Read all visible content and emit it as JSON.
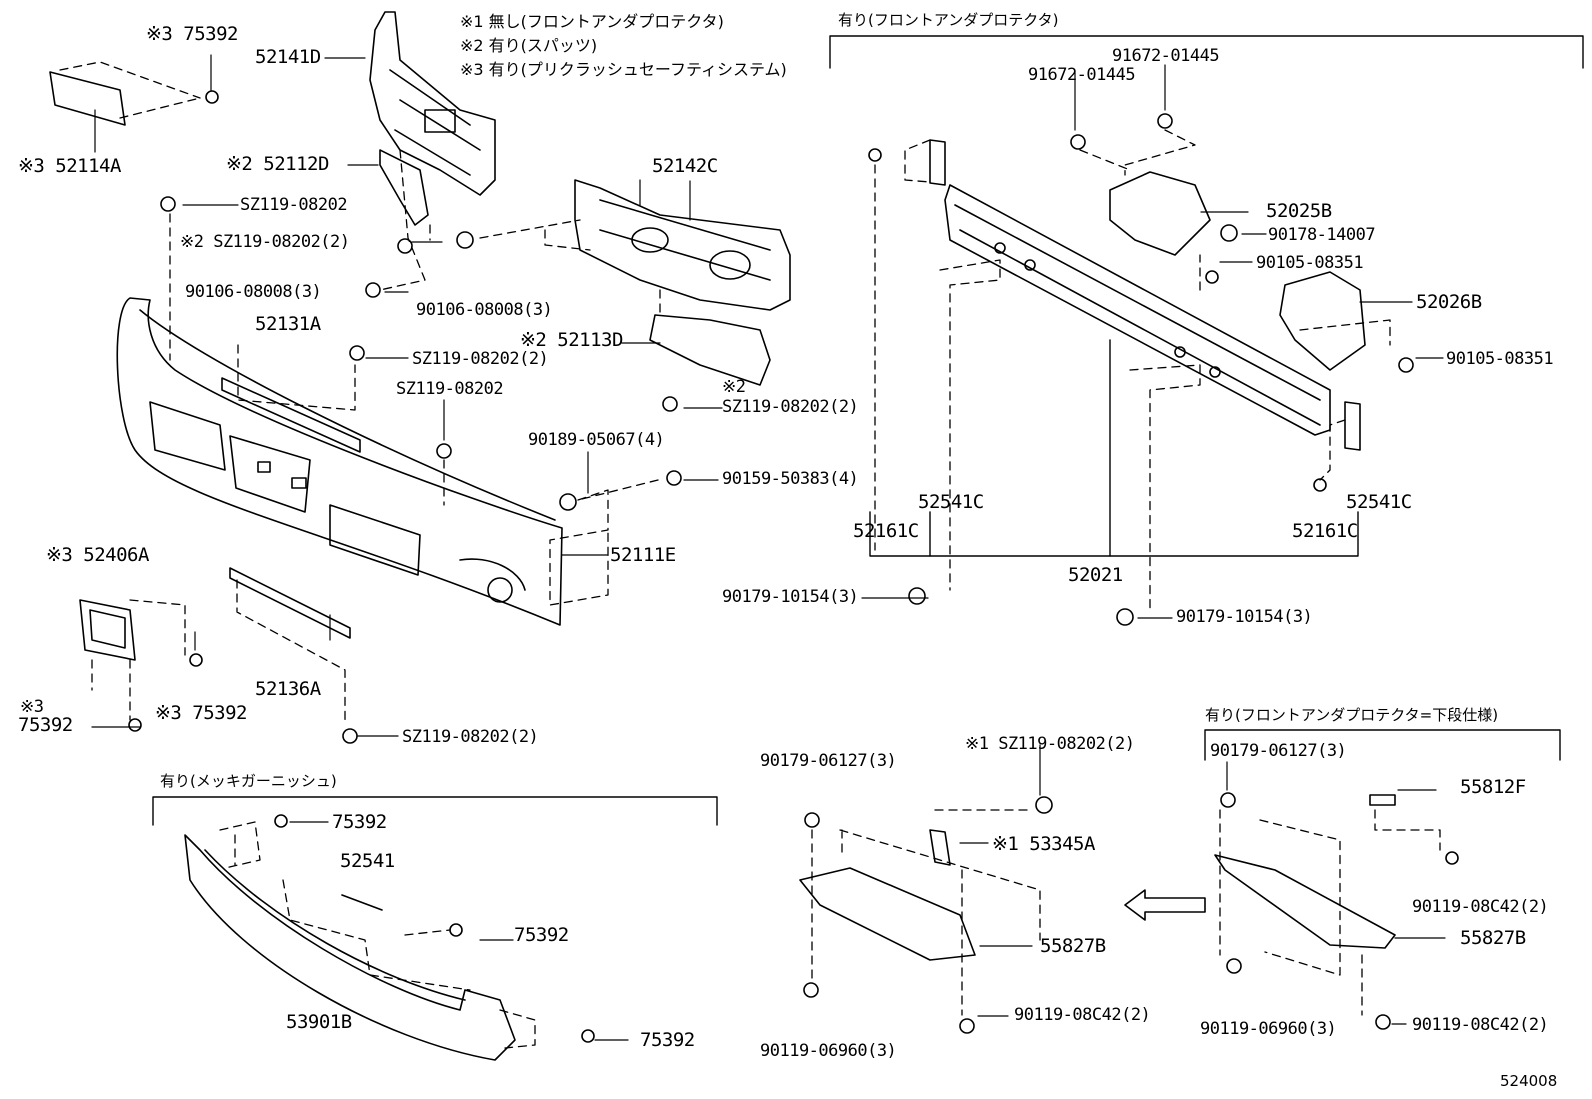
{
  "notes": [
    "※1 無し(フロントアンダプロテクタ)",
    "※2 有り(スパッツ)",
    "※3 有り(プリクラッシュセーフティシステム)"
  ],
  "groups": {
    "under_protector": "有り(フロントアンダプロテクタ)",
    "plated_garnish": "有り(メッキガーニッシュ)",
    "lower_spec": "有り(フロントアンダプロテクタ=下段仕様)"
  },
  "figure_number": "524008",
  "labels": {
    "p75392_top": "※3 75392",
    "p52141D": "52141D",
    "p52114A": "※3 52114A",
    "p52112D": "※2 52112D",
    "sz_a": "SZ119-08202",
    "sz_b": "※2 SZ119-08202(2)",
    "b90106_a": "90106-08008(3)",
    "b90106_b": "90106-08008(3)",
    "p52142C": "52142C",
    "p52131A": "52131A",
    "sz_c": "SZ119-08202(2)",
    "sz_d": "SZ119-08202",
    "p52113D": "※2 52113D",
    "sz_e_mark": "※2",
    "sz_e": "SZ119-08202(2)",
    "c90189": "90189-05067(4)",
    "c90159": "90159-50383(4)",
    "p52111E": "52111E",
    "p52406A": "※3 52406A",
    "p52136A": "52136A",
    "p75392_l_mark": "※3",
    "p75392_l": "75392",
    "p75392_m": "※3 75392",
    "sz_f": "SZ119-08202(2)",
    "b91672_a": "91672-01445",
    "b91672_b": "91672-01445",
    "p52025B": "52025B",
    "n90178": "90178-14007",
    "b90105_a": "90105-08351",
    "p52026B": "52026B",
    "b90105_b": "90105-08351",
    "p52541C_l": "52541C",
    "p52161C_l": "52161C",
    "p52541C_r": "52541C",
    "p52161C_r": "52161C",
    "p52021": "52021",
    "n90179_a": "90179-10154(3)",
    "n90179_b": "90179-10154(3)",
    "g75392_a": "75392",
    "g52541": "52541",
    "g75392_b": "75392",
    "g53901B": "53901B",
    "g75392_c": "75392",
    "u90179": "90179-06127(3)",
    "u_sz": "※1 SZ119-08202(2)",
    "u53345A": "※1 53345A",
    "u55827B": "55827B",
    "u90119_a": "90119-08C42(2)",
    "u90119_b": "90119-06960(3)",
    "l90179": "90179-06127(3)",
    "l55812F": "55812F",
    "l90119_a": "90119-08C42(2)",
    "l55827B": "55827B",
    "l90119_b": "90119-06960(3)",
    "l90119_c": "90119-08C42(2)"
  }
}
